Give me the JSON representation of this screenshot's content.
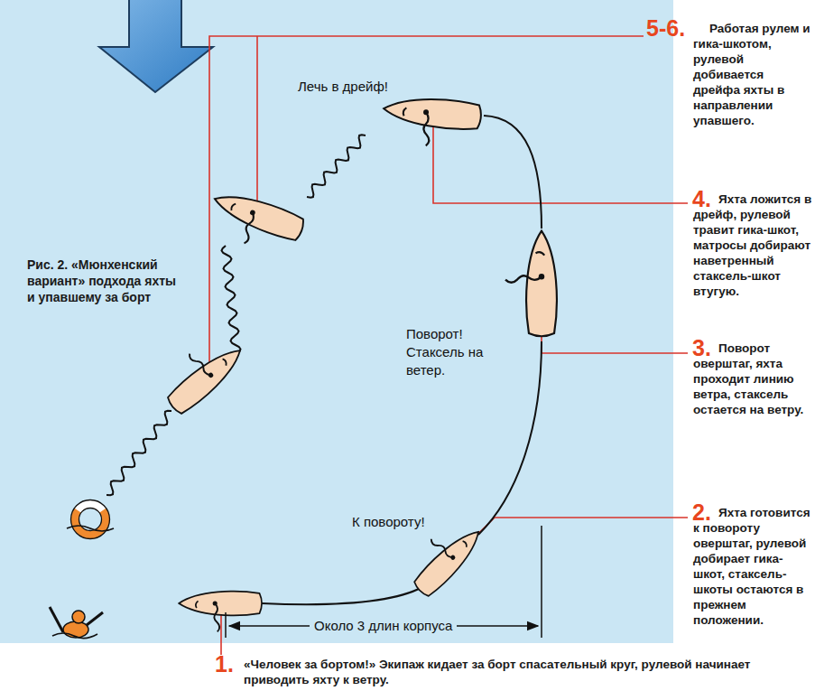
{
  "diagram": {
    "caption": "Рис. 2. «Мюнхенский вариант» подхода яхты и упавшему за борт",
    "labels": [
      "Лечь в дрейф!",
      "Поворот! Стаксель на ветер.",
      "К повороту!",
      "Около 3 длин корпуса",
      "5-6.",
      "Работая рулем и гика-шкотом, рулевой добивается дрейфа яхты в направлении упавшего.",
      "4.",
      "Яхта ложится в дрейф, рулевой травит гика-шкот, матросы добирают наветренный стаксель-шкот втугую.",
      "3.",
      "Поворот оверштаг, яхта проходит линию ветра, стаксель остается на ветру.",
      "2.",
      "Яхта готовится к повороту оверштаг, рулевой добирает гика-шкот, стаксель-шкоты остаются в прежнем положении.",
      "1.",
      "«Человек за бортом!» Экипаж кидает за борт спасательный круг, рулевой начинает приводить яхту к ветру."
    ]
  }
}
